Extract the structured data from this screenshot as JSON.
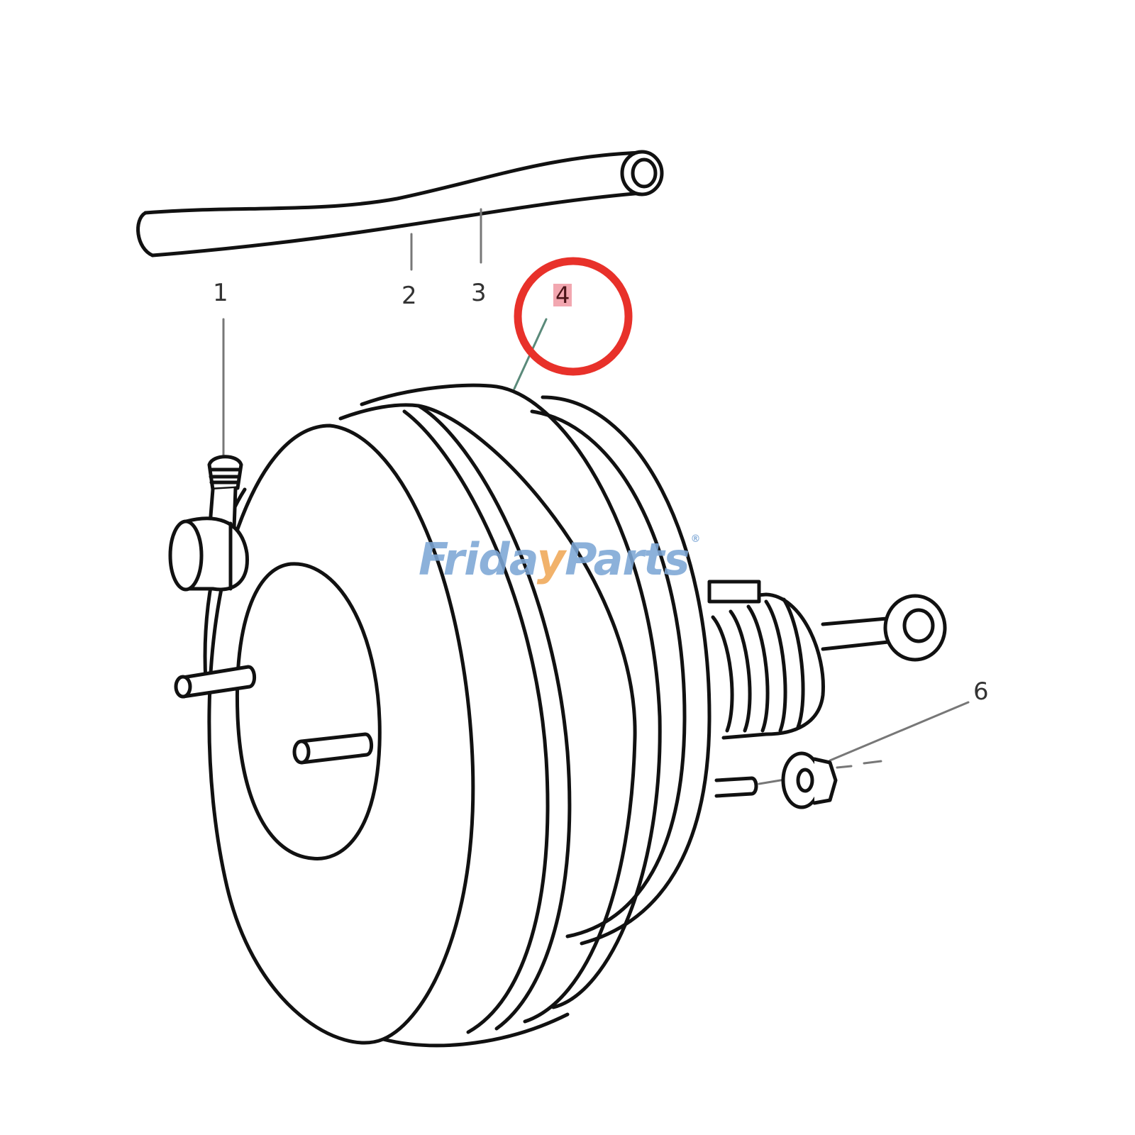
{
  "diagram": {
    "subject": "Brake booster assembly exploded view",
    "callouts": [
      {
        "id": "1",
        "label": "1",
        "part": "vacuum check valve fitting"
      },
      {
        "id": "2",
        "label": "2",
        "part": "vacuum hose"
      },
      {
        "id": "3",
        "label": "3",
        "part": "vacuum hose"
      },
      {
        "id": "4",
        "label": "4",
        "part": "brake booster",
        "highlighted": true
      },
      {
        "id": "6",
        "label": "6",
        "part": "nut with washer"
      }
    ],
    "highlight": {
      "target": "4",
      "ring_color": "#e8312a",
      "label_bg": "#f2a7b0"
    }
  },
  "watermark": {
    "brand_part1": "Frida",
    "brand_y": "y",
    "brand_part2": "Parts",
    "registered": "®",
    "color": "#7da7d6",
    "accent_color": "#f0a857"
  }
}
